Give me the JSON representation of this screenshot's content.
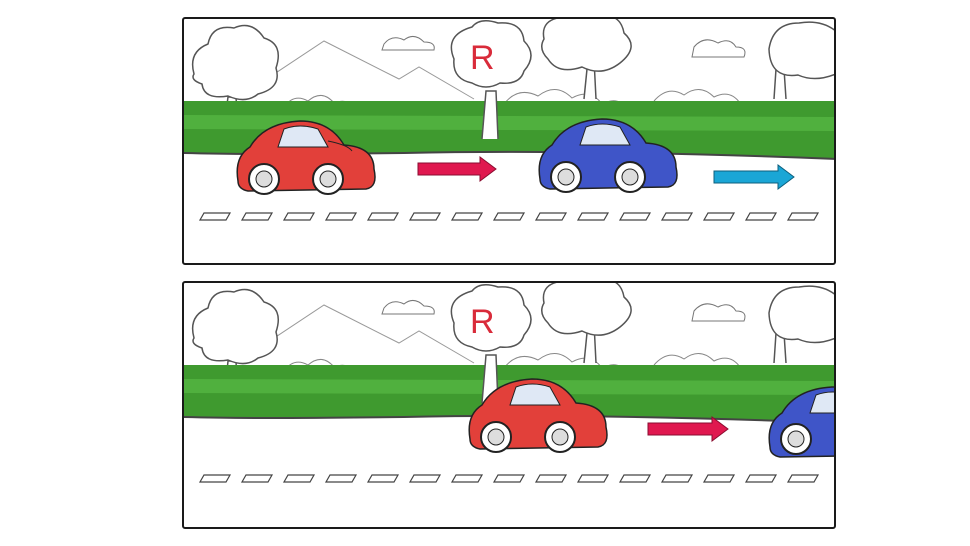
{
  "tree_label": "R",
  "colors": {
    "label": "#d92b3a",
    "grass": "#3f9a2f",
    "grass_light": "#5fc24a",
    "road_line": "#444444",
    "car_red": "#e2403a",
    "car_blue": "#3f55c8",
    "arrow_red": "#e0184f",
    "arrow_blue": "#1aa6d6",
    "sketch": "#555555"
  },
  "panels": [
    {
      "red_car": "visible",
      "blue_car": "visible",
      "arrows": [
        "red",
        "blue"
      ]
    },
    {
      "red_car": "visible",
      "blue_car": "partially-visible",
      "arrows": [
        "red"
      ]
    }
  ]
}
